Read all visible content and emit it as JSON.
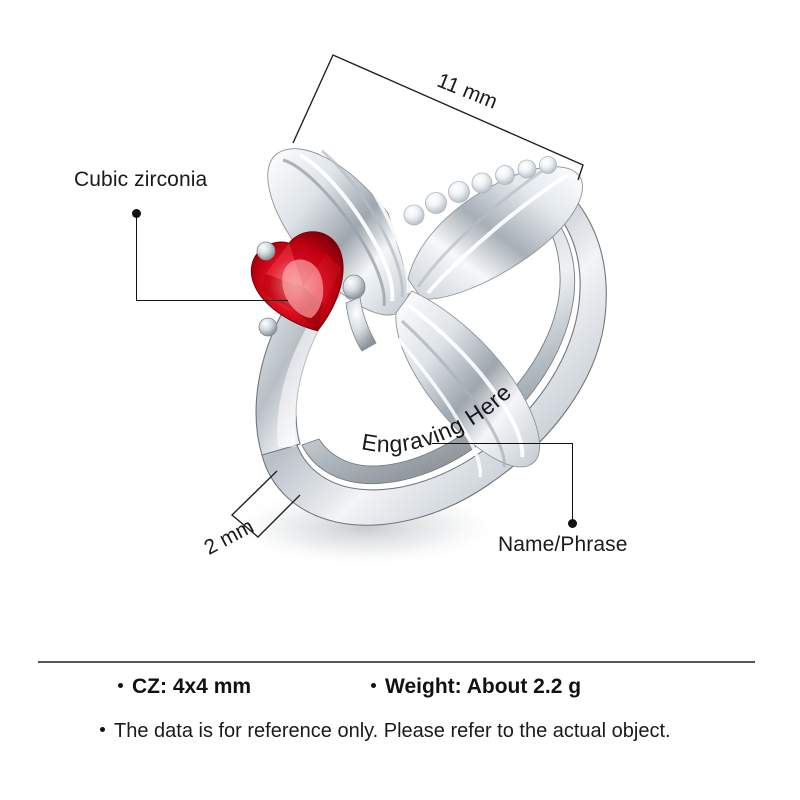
{
  "product": {
    "type": "ring",
    "material_color": "#d9dde1",
    "gem_color": "#d00018",
    "accent_color": "#ffffff"
  },
  "annotations": {
    "cubic_zirconia": {
      "label": "Cubic zirconia",
      "icon": "leader-line-icon"
    },
    "name_phrase": {
      "label": "Name/Phrase",
      "icon": "leader-line-icon"
    },
    "engraving": {
      "label": "Engraving Here"
    }
  },
  "dimensions": {
    "width": "11 mm",
    "band": "2 mm"
  },
  "specs": {
    "cz": "CZ: 4x4 mm",
    "weight": "Weight: About 2.2 g",
    "disclaimer": "The data is for reference only. Please refer to the actual object."
  }
}
